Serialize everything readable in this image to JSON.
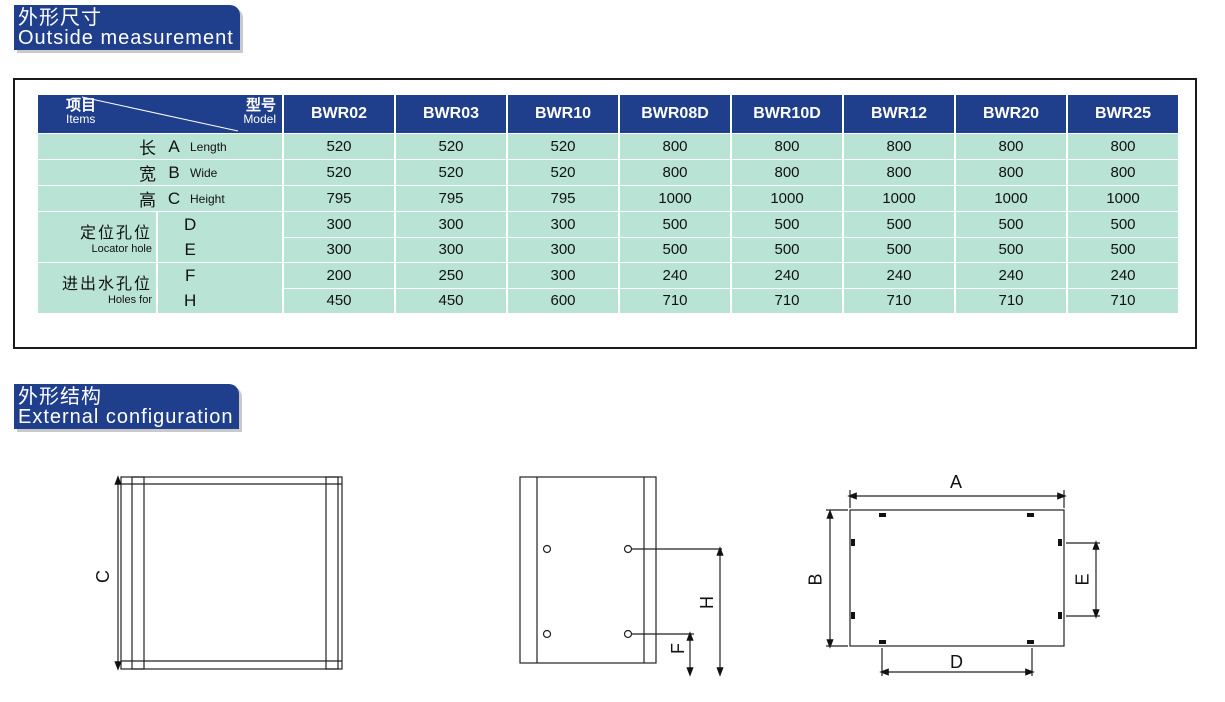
{
  "section1": {
    "title_zh": "外形尺寸",
    "title_en": "Outside measurement"
  },
  "section2": {
    "title_zh": "外形结构",
    "title_en": "External configuration"
  },
  "table": {
    "corner": {
      "items_zh": "项目",
      "items_en": "Items",
      "model_zh": "型号",
      "model_en": "Model"
    },
    "models": [
      "BWR02",
      "BWR03",
      "BWR10",
      "BWR08D",
      "BWR10D",
      "BWR12",
      "BWR20",
      "BWR25"
    ],
    "rows": {
      "length": {
        "zh": "长",
        "letter": "A",
        "en": "Length",
        "values": [
          "520",
          "520",
          "520",
          "800",
          "800",
          "800",
          "800",
          "800"
        ]
      },
      "wide": {
        "zh": "宽",
        "letter": "B",
        "en": "Wide",
        "values": [
          "520",
          "520",
          "520",
          "800",
          "800",
          "800",
          "800",
          "800"
        ]
      },
      "height": {
        "zh": "高",
        "letter": "C",
        "en": "Height",
        "values": [
          "795",
          "795",
          "795",
          "1000",
          "1000",
          "1000",
          "1000",
          "1000"
        ]
      },
      "locator": {
        "zh": "定位孔位",
        "en": "Locator hole",
        "letters": [
          "D",
          "E"
        ],
        "values_d": [
          "300",
          "300",
          "300",
          "500",
          "500",
          "500",
          "500",
          "500"
        ],
        "values_e": [
          "300",
          "300",
          "300",
          "500",
          "500",
          "500",
          "500",
          "500"
        ]
      },
      "holes": {
        "zh": "进出水孔位",
        "en": "Holes for",
        "letters": [
          "F",
          "H"
        ],
        "values_f": [
          "200",
          "250",
          "300",
          "240",
          "240",
          "240",
          "240",
          "240"
        ],
        "values_h": [
          "450",
          "450",
          "600",
          "710",
          "710",
          "710",
          "710",
          "710"
        ]
      }
    }
  },
  "diagram": {
    "label_c": "C",
    "label_h": "H",
    "label_f": "F",
    "label_a": "A",
    "label_b": "B",
    "label_e": "E",
    "label_d": "D"
  }
}
